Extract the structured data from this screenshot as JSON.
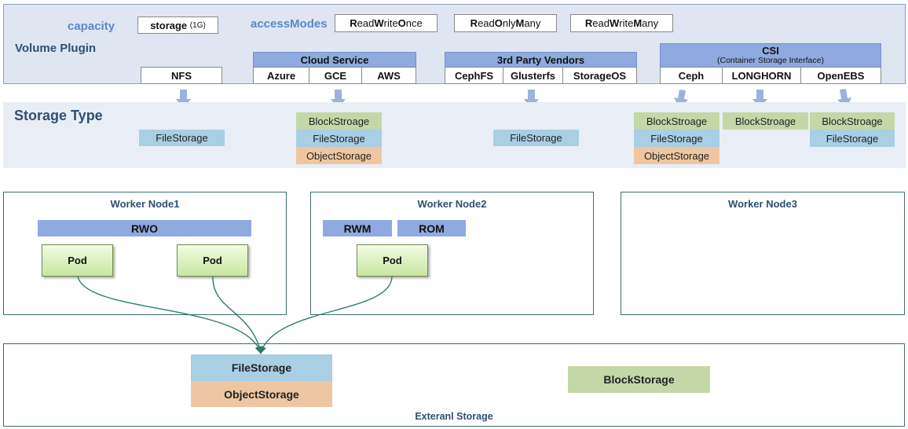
{
  "top": {
    "capacity_label": "capacity",
    "capacity_value": "storage",
    "capacity_unit": "(1G)",
    "access_modes_label": "accessModes",
    "access_modes": [
      {
        "bold1": "R",
        "rest1": "ead",
        "bold2": "W",
        "rest2": "rite",
        "bold3": "O",
        "rest3": "nce"
      },
      {
        "bold1": "R",
        "rest1": "ead",
        "bold2": "O",
        "rest2": "nly",
        "bold3": "M",
        "rest3": "any"
      },
      {
        "bold1": "R",
        "rest1": "ead",
        "bold2": "W",
        "rest2": "rite",
        "bold3": "M",
        "rest3": "any"
      }
    ],
    "volume_plugin_label": "Volume Plugin"
  },
  "plugins": {
    "nfs": "NFS",
    "cloud_header": "Cloud Service",
    "cloud_items": [
      "Azure",
      "GCE",
      "AWS"
    ],
    "vendor_header": "3rd Party Vendors",
    "vendor_items": [
      "CephFS",
      "Glusterfs",
      "StorageOS"
    ],
    "csi_header": "CSI",
    "csi_subheader": "(Container Storage Interface)",
    "csi_items": [
      "Ceph",
      "LONGHORN",
      "OpenEBS"
    ]
  },
  "storage_type": {
    "label": "Storage Type",
    "nfs": [
      "FileStorage"
    ],
    "cloud": [
      "BlockStroage",
      "FileStorage",
      "ObjectStorage"
    ],
    "vendor": [
      "FileStorage"
    ],
    "ceph": [
      "BlockStroage",
      "FileStorage",
      "ObjectStorage"
    ],
    "longhorn": [
      "BlockStroage"
    ],
    "openebs": [
      "BlockStroage",
      "FileStorage"
    ]
  },
  "workers": {
    "node1": {
      "title": "Worker Node1",
      "mode": "RWO",
      "pods": [
        "Pod",
        "Pod"
      ]
    },
    "node2": {
      "title": "Worker Node2",
      "modes": [
        "RWM",
        "ROM"
      ],
      "pods": [
        "Pod"
      ]
    },
    "node3": {
      "title": "Worker Node3"
    }
  },
  "external": {
    "label": "Exteranl Storage",
    "file": "FileStorage",
    "object": "ObjectStorage",
    "block": "BlockStorage"
  },
  "colors": {
    "header_blue": "#8eaadf",
    "block_green": "#c4d7a7",
    "file_blue": "#a8cfe3",
    "object_orange": "#eec7a2",
    "connector_teal": "#2e7d6a"
  }
}
